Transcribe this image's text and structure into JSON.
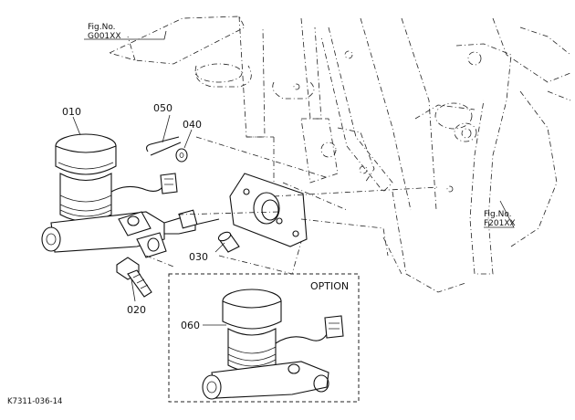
{
  "parts": {
    "p010": "010",
    "p050": "050",
    "p040": "040",
    "p030": "030",
    "p020": "020",
    "p060": "060"
  },
  "fig_refs": {
    "g001_label": "Fig.No.",
    "g001_number": "G001XX",
    "f201_label": "Fig.No.",
    "f201_number": "F201XX"
  },
  "option_box": {
    "title": "OPTION"
  },
  "drawing_id": "K7311-036-14"
}
